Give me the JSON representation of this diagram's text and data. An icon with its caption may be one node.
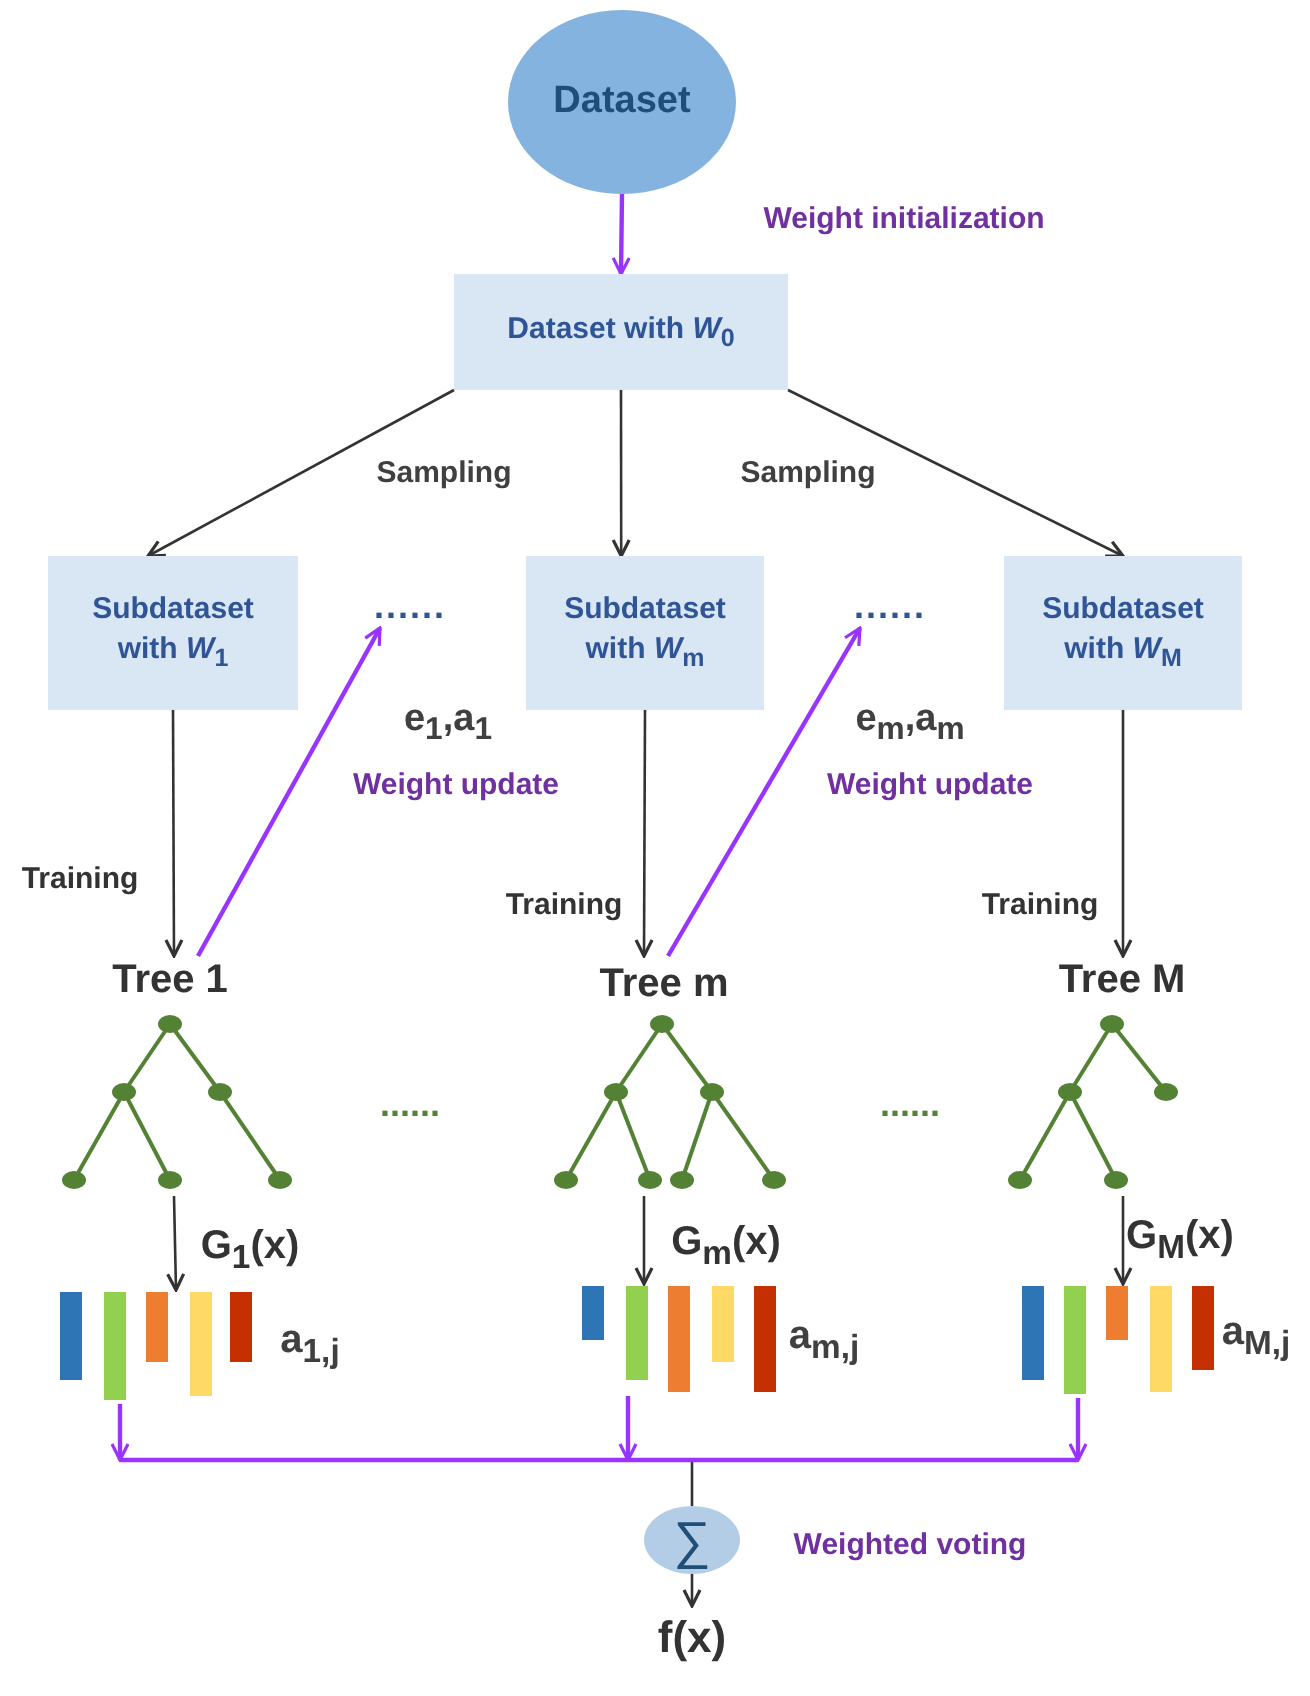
{
  "diagram": {
    "nodes": [
      {
        "text": [
          "Dataset"
        ]
      },
      {
        "text": [
          "Dataset with *W*$_{0}$"
        ]
      },
      {
        "text": [
          "Subdataset with *W*$_{1}$"
        ]
      },
      {
        "text": [
          "......"
        ]
      },
      {
        "text": [
          "Subdataset with *W*$_{m}$"
        ]
      },
      {
        "text": [
          "......"
        ]
      },
      {
        "text": [
          "Subdataset with *W*$_{M}$"
        ]
      },
      {
        "text": [
          "Tree 1"
        ]
      },
      {
        "text": [
          "Tree m"
        ]
      },
      {
        "text": [
          "Tree M"
        ]
      },
      {
        "text": [],
        "shape": "bar",
        "beside": [
          "a$_{1,j}$"
        ]
      },
      {
        "text": [],
        "shape": "bar",
        "beside": [
          "a$_{m,j}$"
        ]
      },
      {
        "text": [],
        "shape": "bar",
        "beside": [
          "a$_{M,j}$"
        ]
      },
      {
        "text": [
          "∑"
        ]
      },
      {
        "text": [
          "f(x)"
        ]
      }
    ],
    "edges": [
      {
        "from": 0,
        "to": 1,
        "arrow": "to",
        "color": "#9933ff",
        "label": "Weight initialization"
      },
      {
        "from": 1,
        "to": 2,
        "arrow": "to"
      },
      {
        "from": 1,
        "to": 4,
        "arrow": "to"
      },
      {
        "from": 1,
        "to": 6,
        "arrow": "to"
      },
      {
        "from": 2,
        "to": 7,
        "arrow": "to",
        "label": "Training"
      },
      {
        "from": 4,
        "to": 8,
        "arrow": "to",
        "label": "Training"
      },
      {
        "from": 6,
        "to": 9,
        "arrow": "to",
        "label": "Training"
      },
      {
        "from": 7,
        "to": 3,
        "arrow": "to",
        "color": "#9933ff"
      },
      {
        "from": 8,
        "to": 5,
        "arrow": "to",
        "color": "#9933ff"
      },
      {
        "from": 7,
        "to": 10,
        "arrow": "to",
        "label": "G$_{1}$(x)"
      },
      {
        "from": 8,
        "to": 11,
        "arrow": "to",
        "label": "G$_{m}$(x)"
      },
      {
        "from": 9,
        "to": 12,
        "arrow": "to",
        "label": "G$_{M}$(x)"
      },
      {
        "from": 10,
        "to": null,
        "arrow": "to",
        "color": "#9933ff"
      },
      {
        "from": 11,
        "to": null,
        "arrow": "to",
        "color": "#9933ff"
      },
      {
        "from": 12,
        "to": null,
        "arrow": "to",
        "color": "#9933ff"
      },
      {
        "from": null,
        "to": 13,
        "arrow": "none"
      },
      {
        "from": 13,
        "to": 14,
        "arrow": "to"
      }
    ],
    "labels": [
      "Sampling",
      "Sampling",
      "e$_{1}$,a$_{1}$",
      "Weight update",
      "e$_{m}$,a$_{m}$",
      "Weight update",
      "......",
      "......",
      "Weighted voting"
    ]
  }
}
